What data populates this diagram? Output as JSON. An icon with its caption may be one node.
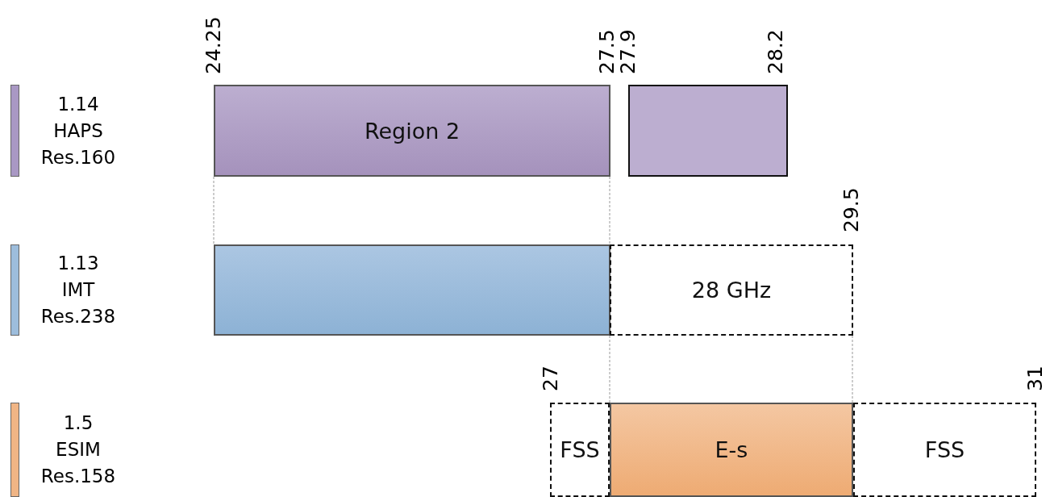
{
  "diagram": {
    "nodes": [
      {
        "text": [
          "Region 2"
        ]
      },
      {
        "text": [],
        "shape": "box"
      },
      {
        "text": [],
        "shape": "box"
      },
      {
        "text": [
          "28 GHz"
        ]
      },
      {
        "text": [
          "FSS"
        ]
      },
      {
        "text": [
          "E-s"
        ]
      },
      {
        "text": [
          "FSS"
        ]
      }
    ],
    "labels": [
      "24.25",
      "27.5",
      "27.9",
      "28.2",
      "29.5",
      "27",
      "31"
    ],
    "legend": [
      {
        "text": "1.14 HAPS Res.160",
        "color": "#a998c4"
      },
      {
        "text": "1.13 IMT Res.238",
        "color": "#9dbddc"
      },
      {
        "text": "1.5 ESIM Res.158",
        "color": "#f0b585"
      }
    ]
  }
}
